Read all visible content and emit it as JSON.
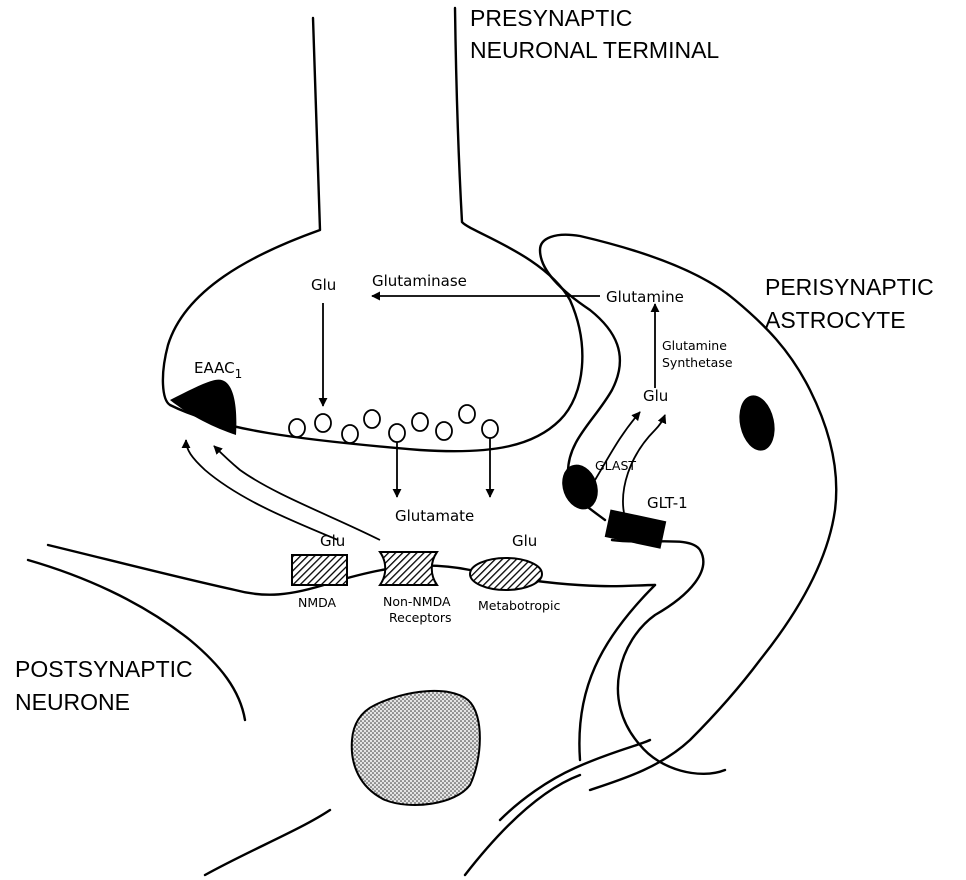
{
  "labels": {
    "presynaptic_line1": "PRESYNAPTIC",
    "presynaptic_line2": "NEURONAL TERMINAL",
    "astrocyte_line1": "PERISYNAPTIC",
    "astrocyte_line2": "ASTROCYTE",
    "postsynaptic_line1": "POSTSYNAPTIC",
    "postsynaptic_line2": "NEURONE",
    "glu_presynaptic": "Glu",
    "glutaminase": "Glutaminase",
    "glutamine": "Glutamine",
    "glutamine_synthetase_line1": "Glutamine",
    "glutamine_synthetase_line2": "Synthetase",
    "glu_astrocyte": "Glu",
    "eaac1": "EAAC",
    "eaac1_subscript": "1",
    "glast": "GLAST",
    "glt1": "GLT-1",
    "glutamate": "Glutamate",
    "glu_receptor_left": "Glu",
    "glu_receptor_right": "Glu",
    "nmda": "NMDA",
    "non_nmda_line1": "Non-NMDA",
    "non_nmda_line2": "Receptors",
    "metabotropic": "Metabotropic"
  }
}
